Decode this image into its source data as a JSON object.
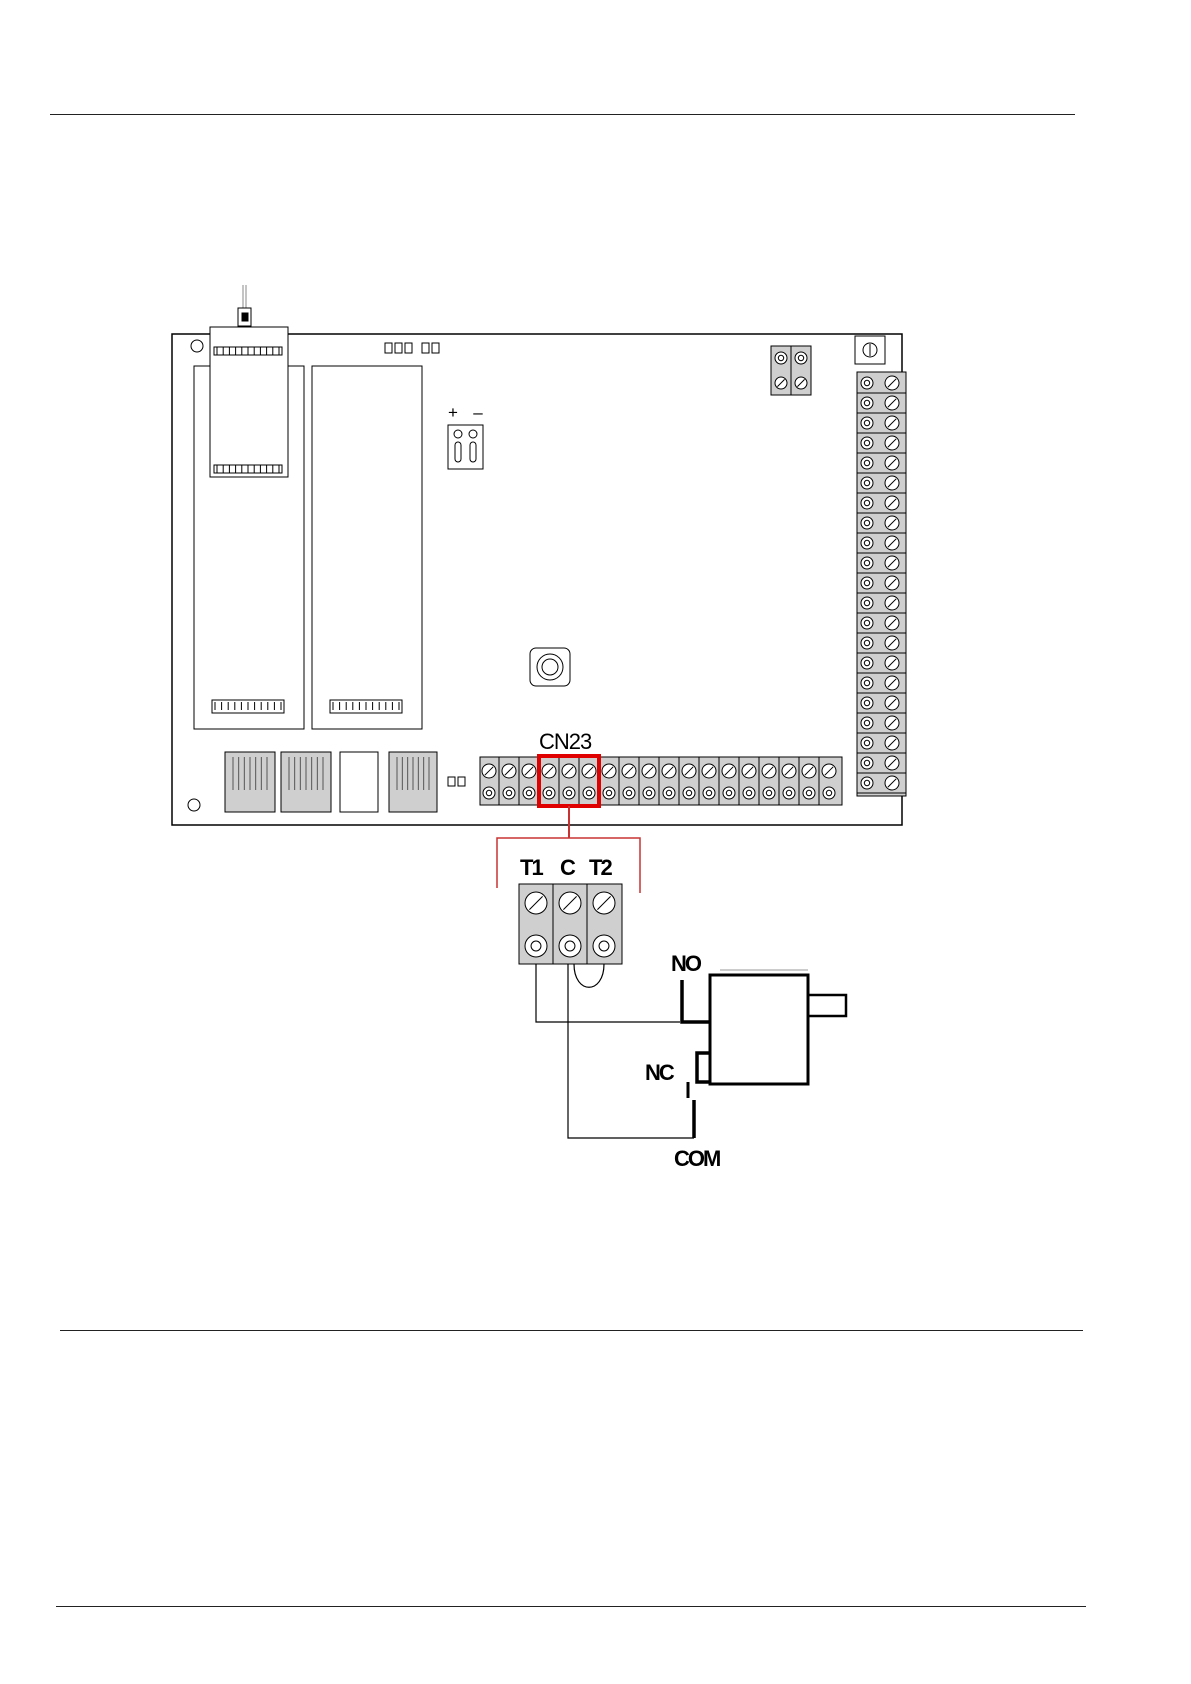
{
  "board": {
    "connector_label": "CN23",
    "polarity_plus": "+",
    "polarity_minus": "–"
  },
  "terminal_block": {
    "labels": [
      "T1",
      "C",
      "T2"
    ]
  },
  "switch": {
    "no_label": "NO",
    "nc_label": "NC",
    "com_label": "COM"
  },
  "colors": {
    "highlight": "#e00000",
    "bracket": "#c83232",
    "line": "#000000",
    "board_fill": "#ffffff",
    "shade": "#cfcfcf"
  }
}
